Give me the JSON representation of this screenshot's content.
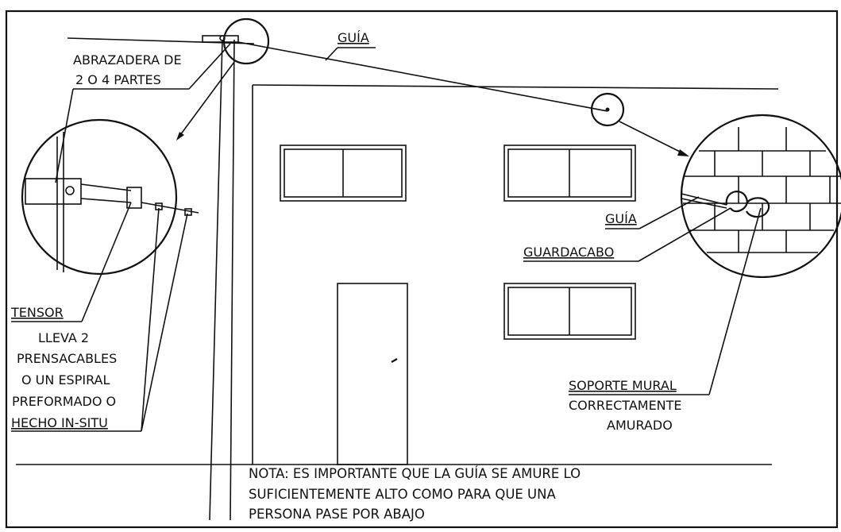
{
  "labels": {
    "guia_top": "GUÍA",
    "abrazadera_line1": "ABRAZADERA DE",
    "abrazadera_line2": "2 O 4 PARTES",
    "tensor": "TENSOR",
    "lleva_line1": "LLEVA 2",
    "lleva_line2": "PRENSACABLES",
    "lleva_line3": "O UN ESPIRAL",
    "lleva_line4": "PREFORMADO O",
    "lleva_line5": "HECHO IN-SITU",
    "guia_detail": "GUÍA",
    "guardacabo": "GUARDACABO",
    "soporte_line1": "SOPORTE MURAL",
    "soporte_line2": "CORRECTAMENTE",
    "soporte_line3": "AMURADO"
  },
  "note": {
    "line1": "NOTA: ES IMPORTANTE QUE LA GUÍA SE AMURE LO",
    "line2": "SUFICIENTEMENTE ALTO COMO PARA QUE UNA",
    "line3": "PERSONA PASE POR ABAJO"
  }
}
